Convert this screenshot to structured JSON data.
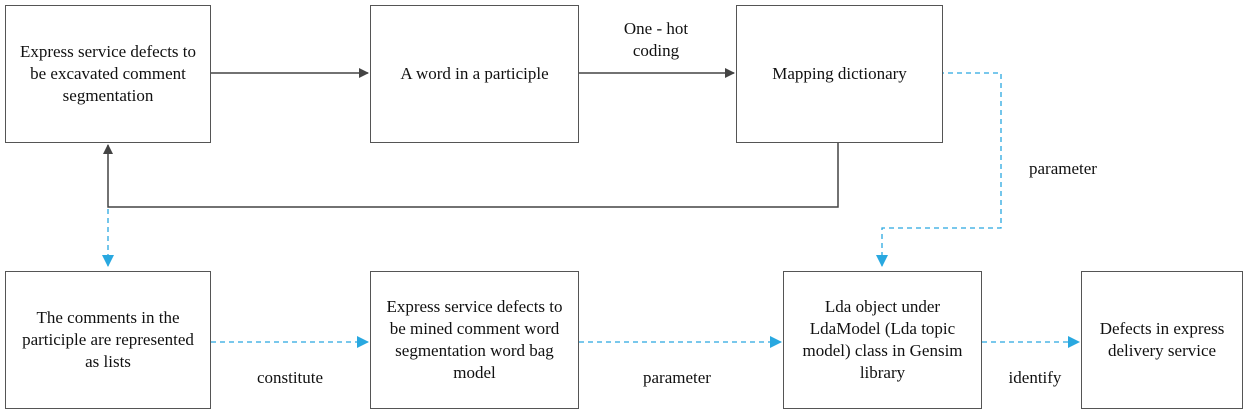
{
  "nodes": {
    "express_defects_segmentation": "Express service defects to be excavated comment segmentation",
    "word_in_participle": "A word in a participle",
    "mapping_dictionary": "Mapping dictionary",
    "comments_as_lists": "The comments in the participle are represented as lists",
    "word_bag_model": "Express service defects to be mined comment word segmentation word bag model",
    "lda_object": "Lda object under LdaModel (Lda topic model) class in Gensim library",
    "defects_express_delivery": "Defects in express delivery service"
  },
  "edge_labels": {
    "one_hot_line1": "One - hot",
    "one_hot_line2": "coding",
    "parameter_top": "parameter",
    "constitute": "constitute",
    "parameter_bottom": "parameter",
    "identify": "identify"
  },
  "colors": {
    "solid_edge": "#444444",
    "dashed_edge": "#29a8e0",
    "box_border": "#555555"
  }
}
